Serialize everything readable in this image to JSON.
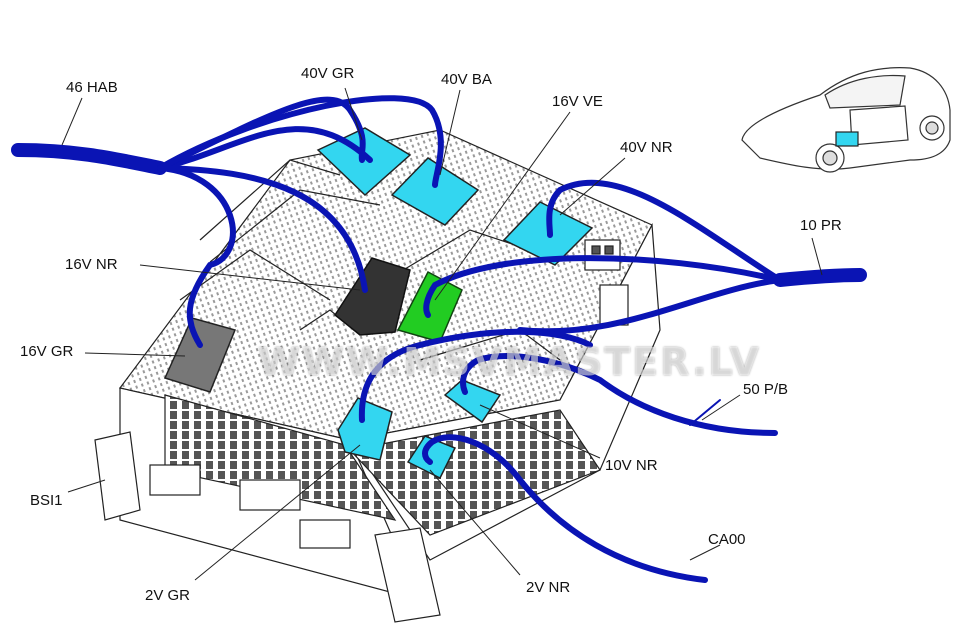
{
  "labels": {
    "hab46": "46 HAB",
    "gr40v": "40V GR",
    "ba40v": "40V BA",
    "ve16v": "16V VE",
    "nr40v": "40V NR",
    "pr10": "10 PR",
    "nr16v": "16V NR",
    "gr16v": "16V GR",
    "pb50": "50 P/B",
    "nr10v": "10V NR",
    "bsi1": "BSI1",
    "ca00": "CA00",
    "gr2v": "2V GR",
    "nr2v": "2V NR"
  },
  "watermark": "WWW.MSVMASTER.LV",
  "colors": {
    "harness": "#0a14b4",
    "connector_cyan": "#33d6f0",
    "connector_green": "#22cc22",
    "connector_black": "#333333",
    "connector_grey": "#777777",
    "outline": "#222222"
  }
}
